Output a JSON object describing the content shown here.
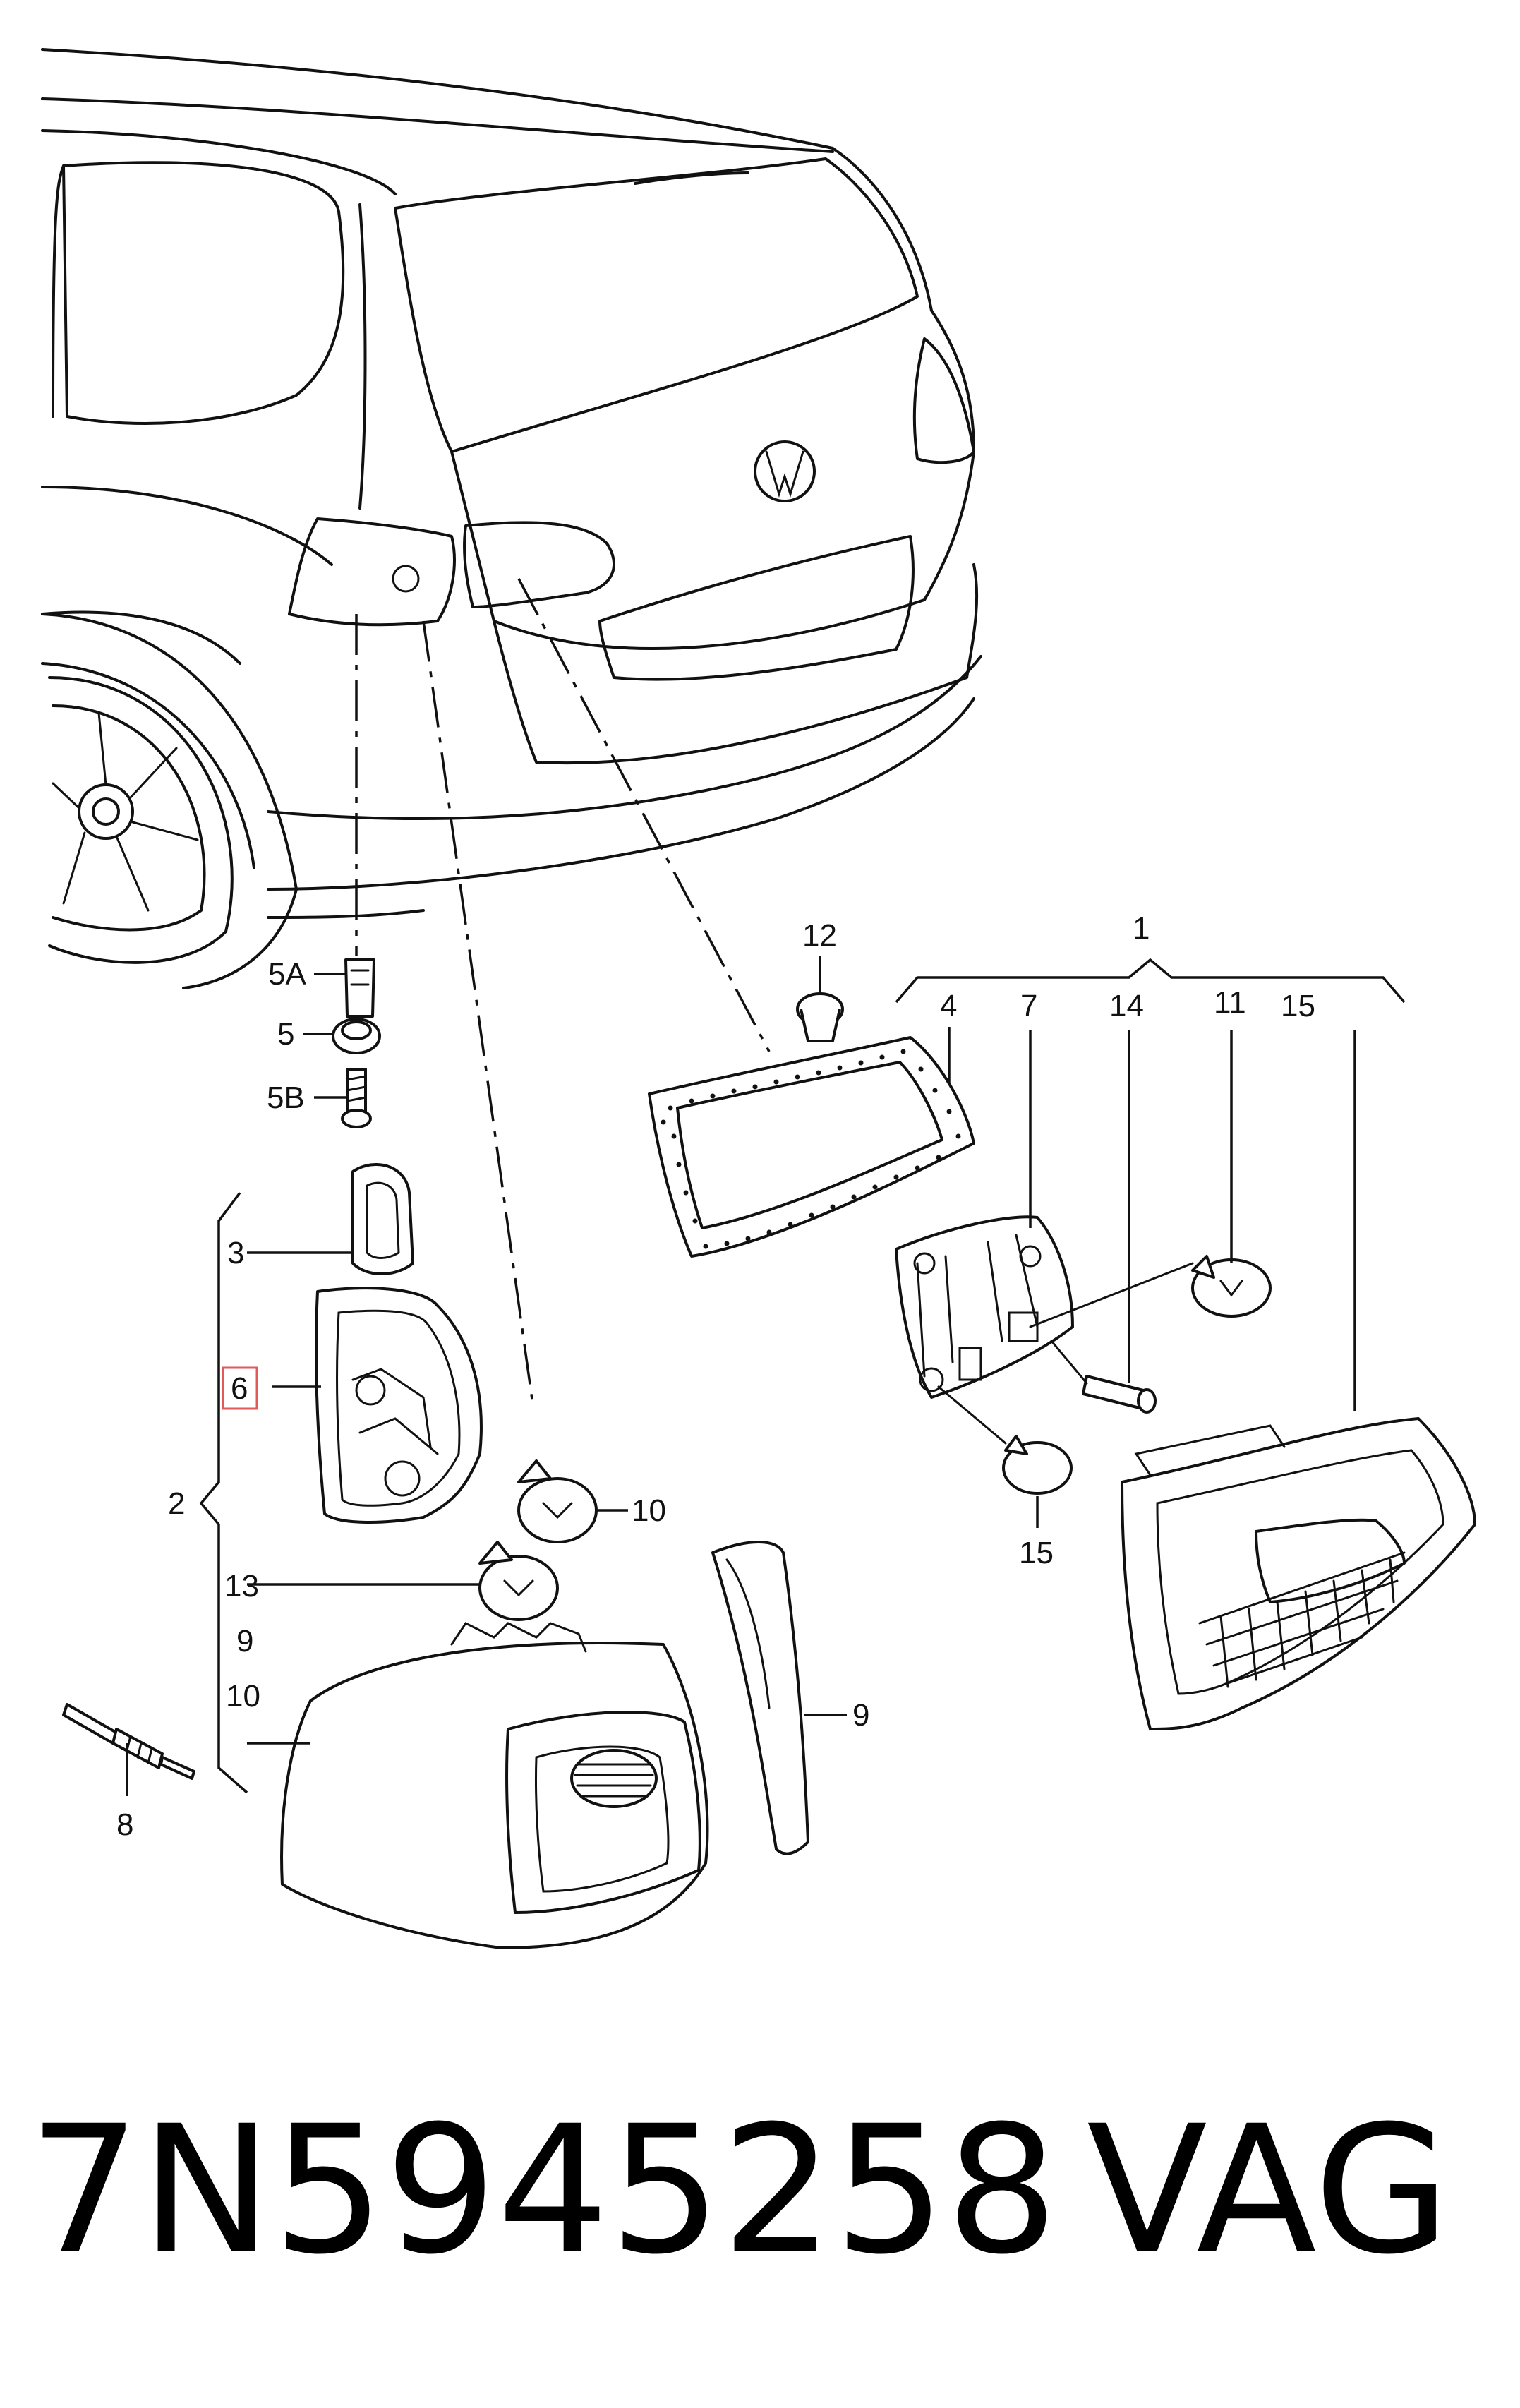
{
  "callouts": {
    "c1": "1",
    "c2": "2",
    "c3": "3",
    "c4": "4",
    "c5": "5",
    "c5a": "5A",
    "c5b": "5B",
    "c6": "6",
    "c7": "7",
    "c8": "8",
    "c9a": "9",
    "c9b": "9",
    "c10a": "10",
    "c10b": "10",
    "c11": "11",
    "c12": "12",
    "c13": "13",
    "c14": "14",
    "c15a": "15",
    "c15b": "15"
  },
  "footer": {
    "part_number": "7N5945258",
    "brand": "VAG"
  },
  "colors": {
    "line": "#111111",
    "highlight": "#e05a5a",
    "background": "#ffffff"
  },
  "icons": [
    "car-rear-outline",
    "vw-logo",
    "tail-light-outer",
    "tail-light-inner",
    "bulb-holder",
    "bulb",
    "gasket",
    "screw",
    "nut",
    "clip"
  ]
}
